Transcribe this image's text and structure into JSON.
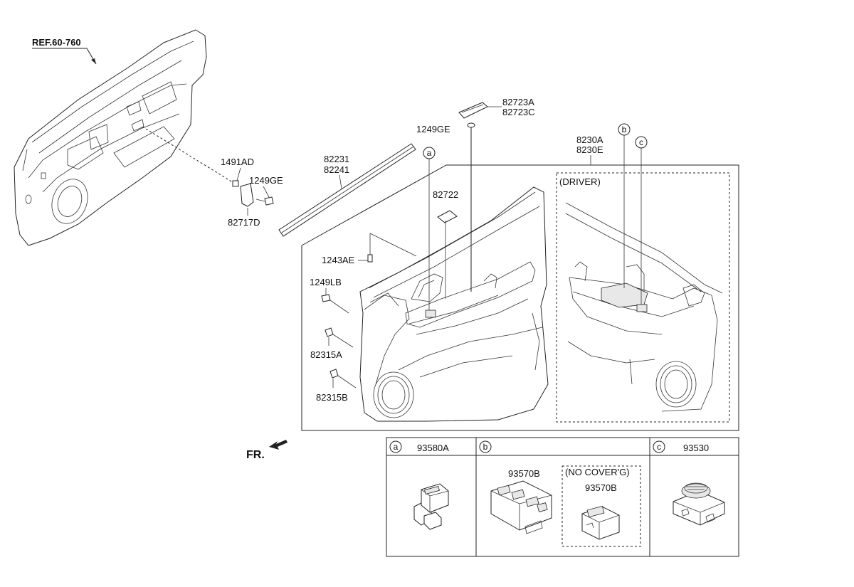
{
  "reference": "REF.60-760",
  "front_marker": "FR.",
  "part_labels": {
    "p1491AD": "1491AD",
    "p1249GE_left": "1249GE",
    "p82717D": "82717D",
    "p82231": "82231",
    "p82241": "82241",
    "p82723A": "82723A",
    "p82723C": "82723C",
    "p1249GE_top": "1249GE",
    "p82722": "82722",
    "p8230A": "8230A",
    "p8230E": "8230E",
    "p1243AE": "1243AE",
    "p1249LB": "1249LB",
    "p82315A": "82315A",
    "p82315B": "82315B"
  },
  "driver_label": "(DRIVER)",
  "callouts": {
    "a": "a",
    "b": "b",
    "c": "c"
  },
  "detail_table": {
    "col_a": {
      "letter": "a",
      "part": "93580A"
    },
    "col_b": {
      "letter": "b",
      "part": "93570B",
      "sub_title": "(NO COVER'G)",
      "sub_part": "93570B"
    },
    "col_c": {
      "letter": "c",
      "part": "93530"
    }
  },
  "icons": [
    "front-arrow-icon"
  ]
}
